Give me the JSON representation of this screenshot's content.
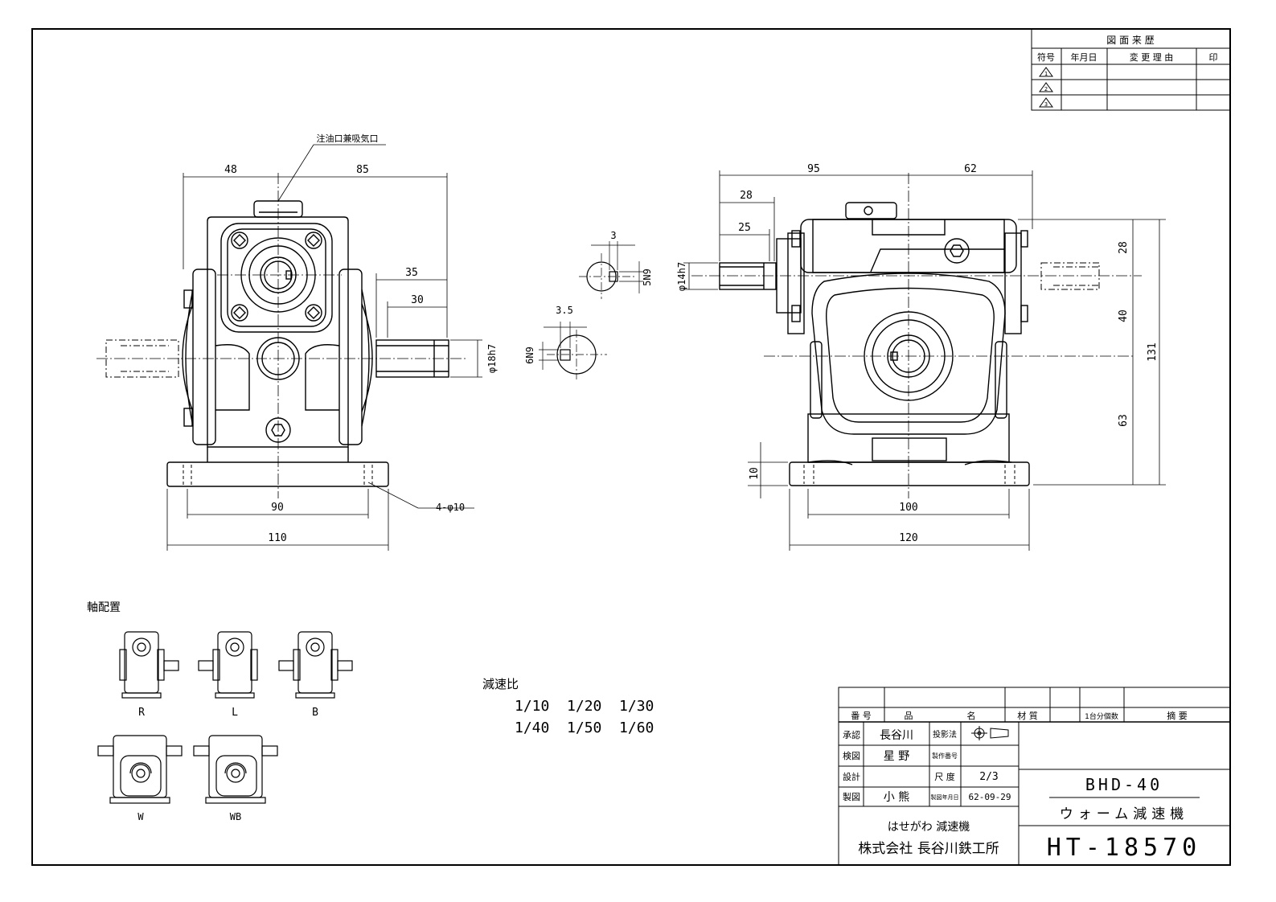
{
  "revision_table": {
    "title": "図 面 来 歴",
    "headers": [
      "符号",
      "年月日",
      "変 更 理 由",
      "印"
    ],
    "symbols": [
      "1",
      "2",
      "3"
    ]
  },
  "annotations": {
    "oil_port": "注油口兼吸気口",
    "holes": "4-φ10"
  },
  "dimensions": {
    "front_48": "48",
    "front_85": "85",
    "front_35": "35",
    "front_30": "30",
    "front_shaft": "φ18h7",
    "front_90": "90",
    "front_110": "110",
    "key1_w": "3",
    "key1_t": "5N9",
    "key2_w": "3.5",
    "key2_t": "6N9",
    "side_95": "95",
    "side_62": "62",
    "side_28": "28",
    "side_25": "25",
    "side_shaft": "φ14h7",
    "side_v28": "28",
    "side_v40": "40",
    "side_v63": "63",
    "side_v131": "131",
    "side_v10": "10",
    "side_100": "100",
    "side_120": "120"
  },
  "shaft_arrangement": {
    "title": "軸配置",
    "labels": [
      "R",
      "L",
      "B",
      "W",
      "WB"
    ]
  },
  "ratio": {
    "title": "減速比",
    "row1": "1/10  1/20  1/30",
    "row2": "1/40  1/50  1/60"
  },
  "title_block": {
    "head": [
      "番 号",
      "品",
      "名",
      "材 質",
      "1台分個数",
      "摘 要"
    ],
    "approve_label": "承認",
    "approve_name": "長谷川",
    "check_label": "検図",
    "check_name": "星 野",
    "design_label": "設計",
    "design_name": "",
    "draft_label": "製図",
    "draft_name": "小 熊",
    "projection_label": "投影法",
    "serial_label": "製作番号",
    "scale_label": "尺 度",
    "scale_value": "2/3",
    "date_label": "製図年月日",
    "date_value": "62-09-29",
    "model": "BHD-40",
    "product": "ウォーム減速機",
    "brand": "はせがわ 減速機",
    "company": "株式会社 長谷川鉄工所",
    "drawing_no": "HT-18570"
  }
}
